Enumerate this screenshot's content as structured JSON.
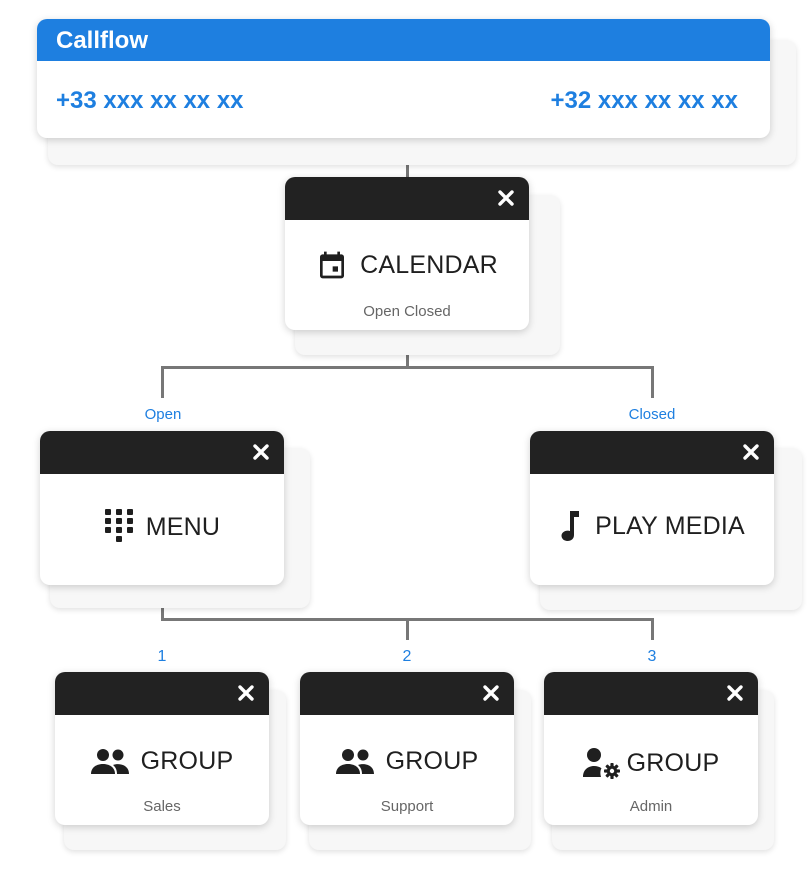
{
  "header": {
    "title": "Callflow",
    "phones": [
      {
        "number": "+33 xxx xx xx xx"
      },
      {
        "number": "+32 xxx xx xx xx"
      }
    ]
  },
  "calendar": {
    "title": "CALENDAR",
    "subtitle": "Open Closed",
    "icon": "calendar-icon"
  },
  "branches": {
    "open": "Open",
    "closed": "Closed"
  },
  "menu": {
    "title": "MENU",
    "icon": "dialpad-icon"
  },
  "play_media": {
    "title": "PLAY MEDIA",
    "icon": "music-note-icon"
  },
  "options": [
    {
      "key": "1",
      "title": "GROUP",
      "subtitle": "Sales",
      "icon": "group-icon"
    },
    {
      "key": "2",
      "title": "GROUP",
      "subtitle": "Support",
      "icon": "group-icon"
    },
    {
      "key": "3",
      "title": "GROUP",
      "subtitle": "Admin",
      "icon": "user-settings-icon"
    }
  ],
  "colors": {
    "accent": "#1e7fe0",
    "bar": "#222222",
    "connector": "#777777"
  }
}
